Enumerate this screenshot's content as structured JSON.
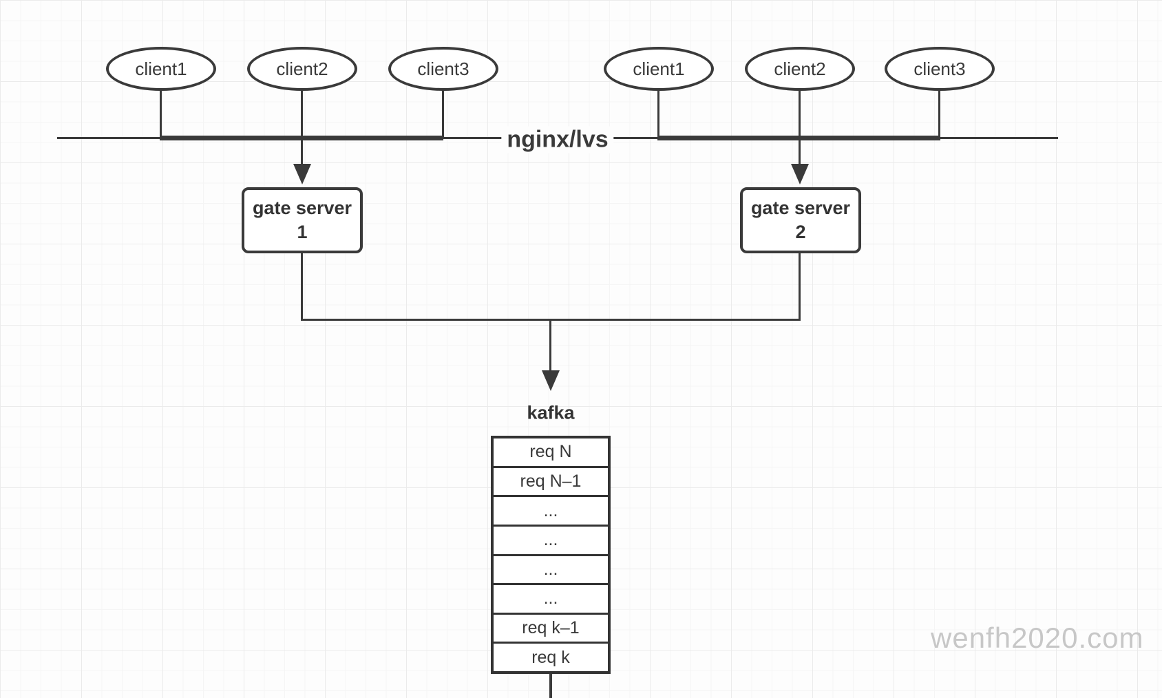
{
  "diagram": {
    "clients_left": [
      "client1",
      "client2",
      "client3"
    ],
    "clients_right": [
      "client1",
      "client2",
      "client3"
    ],
    "bus_label": "nginx/lvs",
    "gate_servers": [
      {
        "title": "gate server",
        "number": "1"
      },
      {
        "title": "gate server",
        "number": "2"
      }
    ],
    "kafka_label": "kafka",
    "queue_rows": [
      "req N",
      "req N–1",
      "...",
      "...",
      "...",
      "...",
      "req k–1",
      "req k"
    ],
    "watermark": "wenfh2020.com"
  },
  "colors": {
    "line": "#3a3a3a",
    "text": "#3a3a3a",
    "box_fill": "#ffffff",
    "watermark": "#c7c7c7",
    "background": "#fdfdfd",
    "grid_minor": "#f5f5f5",
    "grid_major": "#ebebeb"
  }
}
